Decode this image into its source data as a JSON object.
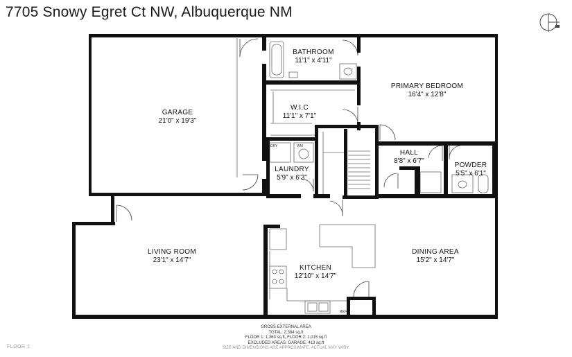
{
  "title": "7705 Snowy Egret Ct NW, Albuquerque NM",
  "rooms": {
    "garage": {
      "name": "GARAGE",
      "dims": "21'0\" x 19'3\""
    },
    "bathroom": {
      "name": "BATHROOM",
      "dims": "11'1\" x 4'11\""
    },
    "primary_bedroom": {
      "name": "PRIMARY BEDROOM",
      "dims": "16'4\" x 12'8\""
    },
    "wic": {
      "name": "W.I.C",
      "dims": "11'1\" x 7'1\""
    },
    "hall": {
      "name": "HALL",
      "dims": "8'8\" x 6'7\""
    },
    "powder": {
      "name": "POWDER",
      "dims": "5'5\" x 6'1\""
    },
    "laundry": {
      "name": "LAUNDRY",
      "dims": "5'9\" x 6'3\""
    },
    "living_room": {
      "name": "LIVING ROOM",
      "dims": "23'1\" x 14'7\""
    },
    "kitchen": {
      "name": "KITCHEN",
      "dims": "12'10\" x 14'7\""
    },
    "dining_area": {
      "name": "DINING AREA",
      "dims": "15'2\" x 14'7\""
    }
  },
  "fixtures": {
    "dryer": "DRY",
    "washer": "WM",
    "refrigerator": "REF"
  },
  "area": {
    "heading": "GROSS EXTERNAL AREA",
    "total": "TOTAL: 2,384 sq.ft",
    "floors": "FLOOR 1: 1,369 sq.ft, FLOOR 2: 1,015 sq.ft",
    "excluded": "EXCLUDED AREAS: GARAGE: 413 sq.ft",
    "disclaimer": "SIZE AND DIMENSIONS ARE APPROXIMATE, ACTUAL MAY VARY."
  },
  "floor_label": "FLOOR 1",
  "colors": {
    "wall": "#111111",
    "fixture": "#555555",
    "window": "#9a9a9a"
  }
}
